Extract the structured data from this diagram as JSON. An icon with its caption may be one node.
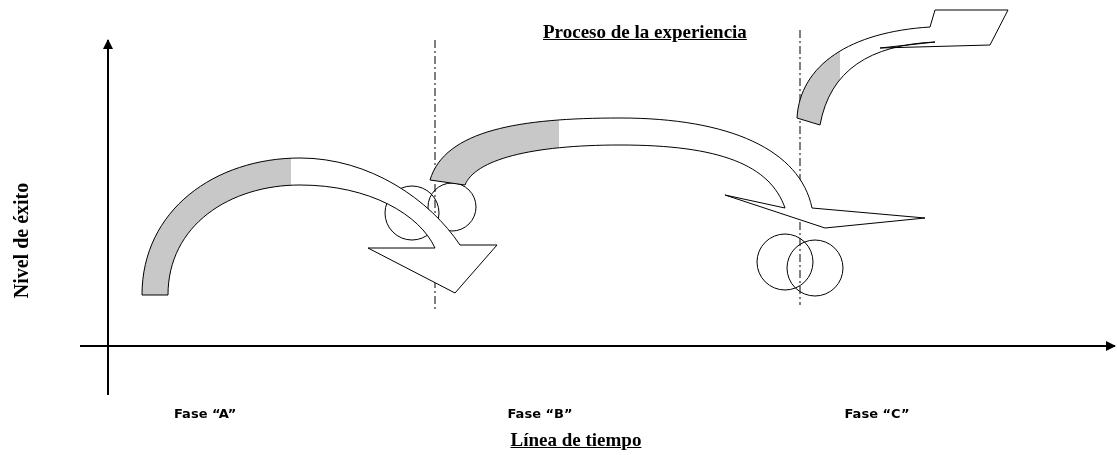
{
  "diagram": {
    "title": "Proceso de la experiencia",
    "labels": [
      "Nivel de éxito",
      "Fase “A”",
      "Fase “B”",
      "Fase “C”",
      "Línea de tiempo"
    ]
  }
}
